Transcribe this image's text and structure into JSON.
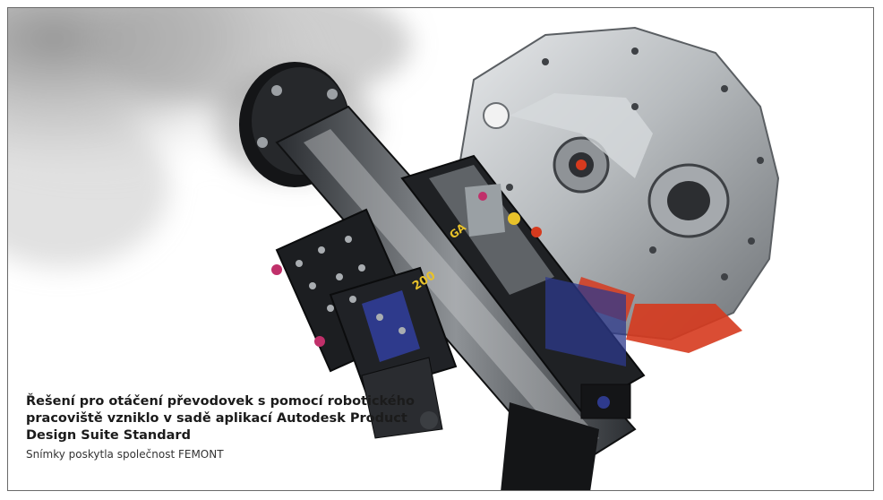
{
  "caption": {
    "title": "Řešení pro otáčení převodovek s pomocí robotického pracoviště vzniklo v sadě aplikací Autodesk Product Design Suite Standard",
    "credit": "Snímky poskytla společnost FEMONT"
  },
  "photo": {
    "labels": {
      "block_label_1": "GA",
      "block_label_2": "200"
    }
  },
  "colors": {
    "housing_metal": "#b9bcbf",
    "fixture_black": "#1f2124",
    "accent_blue": "#2e3a8c",
    "accent_red": "#d63a1e",
    "accent_magenta": "#c0306a",
    "label_yellow": "#e8c22a",
    "smoke_gray": "#9a9a9a"
  }
}
